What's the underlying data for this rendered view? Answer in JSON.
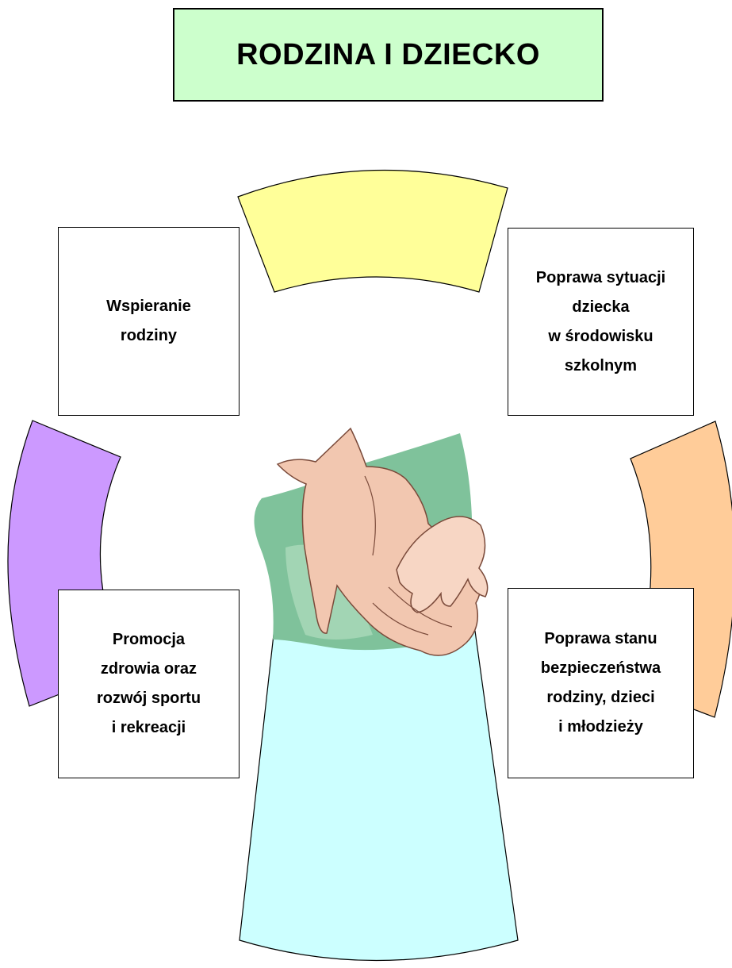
{
  "title": "RODZINA I DZIECKO",
  "boxes": {
    "top_left": "Wspieranie\nrodziny",
    "top_right": "Poprawa sytuacji\ndziecka\nw środowisku\nszkolnym",
    "bottom_left": "Promocja\nzdrowia oraz\nrozwój sportu\ni rekreacji",
    "bottom_right": "Poprawa stanu\nbezpieczeństwa\nrodziny, dzieci\ni młodzieży"
  },
  "colors": {
    "title_background": "#ccffcc",
    "arc_top": "#ffff99",
    "arc_left": "#cc99ff",
    "arc_right": "#ffcc99",
    "arc_bottom": "#ccffff",
    "blob_green": "#7fc29b",
    "hand_skin": "#f2c7b0"
  },
  "center_image": "adult-and-child-hands-illustration"
}
